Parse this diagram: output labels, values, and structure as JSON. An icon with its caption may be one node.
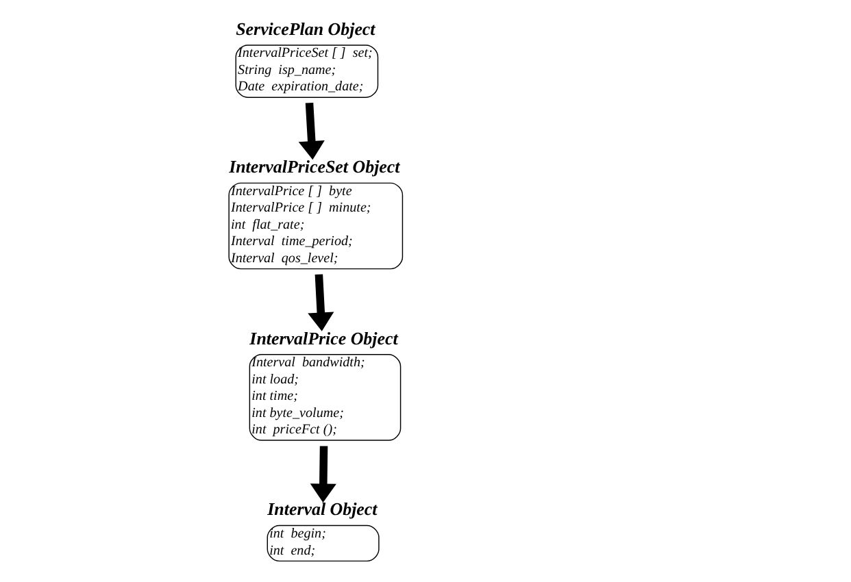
{
  "diagram": {
    "nodes": [
      {
        "text": [
          "ServicePlan Object",
          "IntervalPriceSet [ ]  set;",
          "String  isp_name;",
          "Date  expiration_date;"
        ]
      },
      {
        "text": [
          "IntervalPriceSet Object",
          "IntervalPrice [ ]  byte",
          "IntervalPrice [ ]  minute;",
          "int  flat_rate;",
          "Interval  time_period;",
          "Interval  qos_level;"
        ]
      },
      {
        "text": [
          "IntervalPrice Object",
          "Interval  bandwidth;",
          "int load;",
          "int time;",
          "int byte_volume;",
          "int  priceFct ();"
        ]
      },
      {
        "text": [
          "Interval Object",
          "int  begin;",
          "int  end;"
        ]
      }
    ],
    "edges": [
      {
        "from": 0,
        "to": 1,
        "arrow": "to"
      },
      {
        "from": 1,
        "to": 2,
        "arrow": "to"
      },
      {
        "from": 2,
        "to": 3,
        "arrow": "to"
      }
    ]
  }
}
